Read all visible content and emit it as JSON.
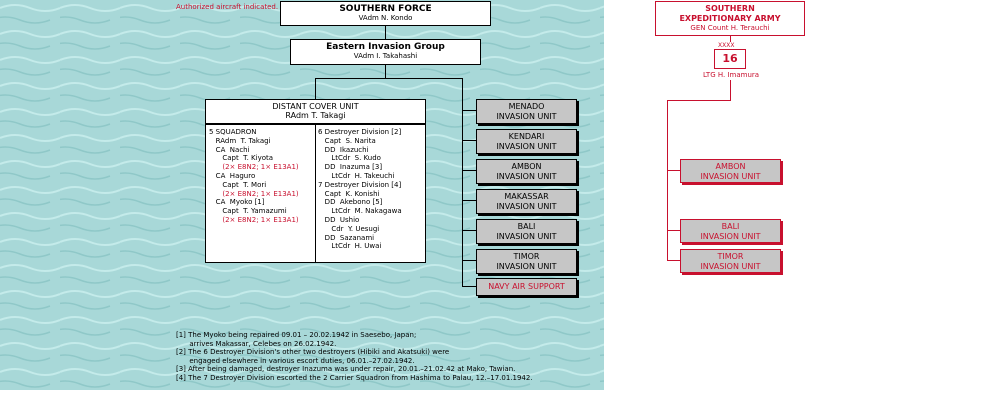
{
  "note_top": "Authorized aircraft indicated.",
  "southern_force": {
    "title": "SOUTHERN FORCE",
    "commander": "VAdm  N. Kondo"
  },
  "eastern_group": {
    "title": "Eastern Invasion Group",
    "commander": "VAdm  I. Takahashi"
  },
  "distant_cover": {
    "title": "DISTANT COVER UNIT",
    "commander": "RAdm  T. Takagi"
  },
  "left_column": [
    {
      "text": "5 SQUADRON",
      "red": false
    },
    {
      "text": "   RAdm  T. Takagi",
      "red": false
    },
    {
      "text": "   CA  Nachi",
      "red": false
    },
    {
      "text": "      Capt  T. Kiyota",
      "red": false
    },
    {
      "text": "      (2× E8N2; 1× E13A1)",
      "red": true
    },
    {
      "text": "   CA  Haguro",
      "red": false
    },
    {
      "text": "      Capt  T. Mori",
      "red": false
    },
    {
      "text": "      (2× E8N2; 1× E13A1)",
      "red": true
    },
    {
      "text": "   CA  Myoko [1]",
      "red": false
    },
    {
      "text": "      Capt  T. Yamazumi",
      "red": false
    },
    {
      "text": "      (2× E8N2; 1× E13A1)",
      "red": true
    }
  ],
  "right_column": [
    "6 Destroyer Division [2]",
    "   Capt  S. Narita",
    "   DD  Ikazuchi",
    "      LtCdr  S. Kudo",
    "   DD  Inazuma [3]",
    "      LtCdr  H. Takeuchi",
    "7 Destroyer Division [4]",
    "   Capt  K. Konishi",
    "   DD  Akebono [5]",
    "      LtCdr  M. Nakagawa",
    "   DD  Ushio",
    "      Cdr  Y. Uesugi",
    "   DD  Sazanami",
    "      LtCdr  H. Uwai"
  ],
  "navy_units": [
    {
      "line1": "MENADO",
      "line2": "INVASION UNIT"
    },
    {
      "line1": "KENDARI",
      "line2": "INVASION UNIT"
    },
    {
      "line1": "AMBON",
      "line2": "INVASION UNIT"
    },
    {
      "line1": "MAKASSAR",
      "line2": "INVASION UNIT"
    },
    {
      "line1": "BALI",
      "line2": "INVASION UNIT"
    },
    {
      "line1": "TIMOR",
      "line2": "INVASION UNIT"
    }
  ],
  "navy_air_support": "NAVY AIR SUPPORT",
  "army": {
    "title_line1": "SOUTHERN",
    "title_line2": "EXPEDITIONARY ARMY",
    "commander": "GEN  Count H. Terauchi",
    "echelon": "XXXX",
    "unit_number": "16",
    "unit_commander": "LTG  H. Imamura"
  },
  "army_units": [
    {
      "line1": "AMBON",
      "line2": "INVASION UNIT"
    },
    {
      "line1": "BALI",
      "line2": "INVASION UNIT"
    },
    {
      "line1": "TIMOR",
      "line2": "INVASION UNIT"
    }
  ],
  "footnotes": [
    "[1] The Myoko being repaired 09.01 – 20.02.1942 in Saesebo, Japan;",
    "      arrives Makassar, Celebes on 26.02.1942.",
    "[2] The 6 Destroyer Division's other two destroyers (Hibiki and Akatsuki) were",
    "      engaged elsewhere in various escort duties, 06.01.–27.02.1942.",
    "[3] After being damaged, destroyer Inazuma was under repair, 20.01.–21.02.42 at Mako, Tawian.",
    "[4] The 7 Destroyer Division escorted the 2 Carrier Squadron from Hashima to Palau, 12.–17.01.1942."
  ],
  "colors": {
    "water": "#a8d8d8",
    "red": "#c8102e",
    "unit_gray": "#c6c6c6"
  }
}
